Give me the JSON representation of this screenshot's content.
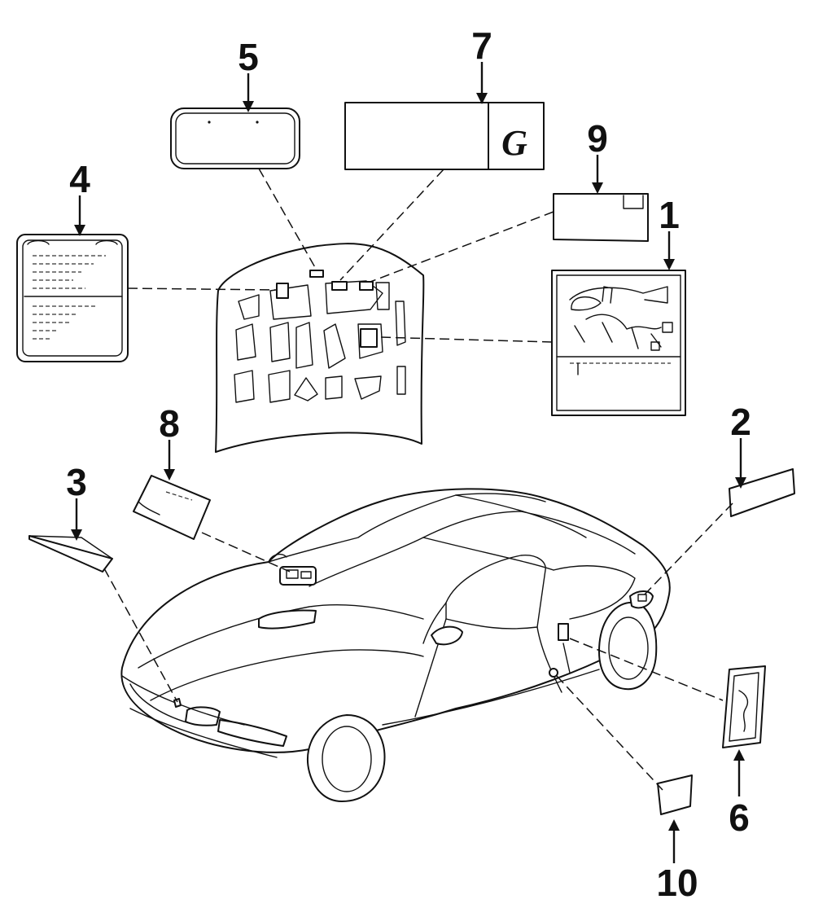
{
  "callouts": [
    {
      "id": "callout-1",
      "label": "1"
    },
    {
      "id": "callout-2",
      "label": "2"
    },
    {
      "id": "callout-3",
      "label": "3"
    },
    {
      "id": "callout-4",
      "label": "4"
    },
    {
      "id": "callout-5",
      "label": "5"
    },
    {
      "id": "callout-6",
      "label": "6"
    },
    {
      "id": "callout-7",
      "label": "7"
    },
    {
      "id": "callout-8",
      "label": "8"
    },
    {
      "id": "callout-9",
      "label": "9"
    },
    {
      "id": "callout-10",
      "label": "10"
    }
  ],
  "colors": {
    "line": "#111111",
    "background": "#ffffff"
  }
}
